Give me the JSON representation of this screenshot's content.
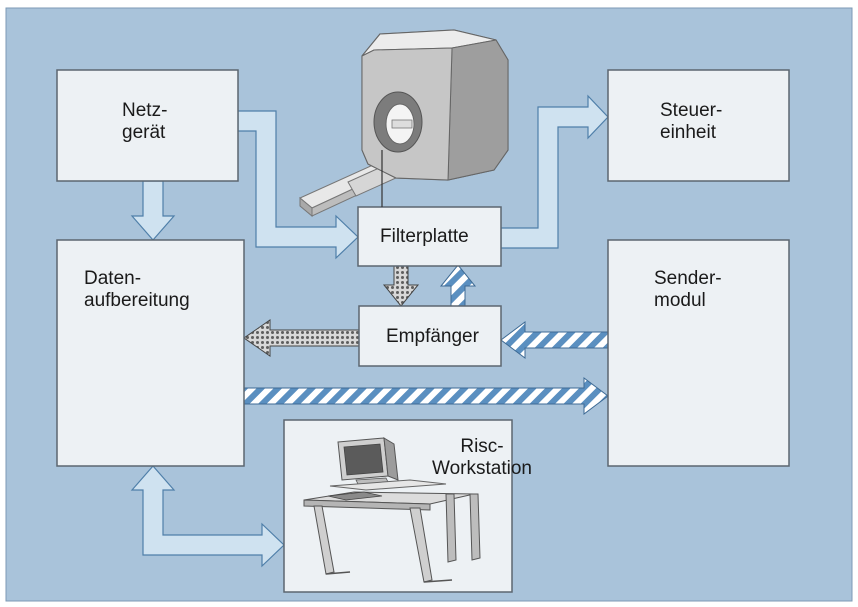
{
  "colors": {
    "background": "#a9c3da",
    "box_fill": "#edf1f4",
    "box_border": "#5c6670",
    "arrow_fill": "#cfe2f0",
    "arrow_edge": "#4f7fa9",
    "stripe_blue": "#5a8fc0",
    "dotted_dark": "#6a6a6a"
  },
  "boxes": {
    "netzgeraet": {
      "label": "Netz-\ngerät"
    },
    "steuereinheit": {
      "label": "Steuer-\neinheit"
    },
    "filterplatte": {
      "label": "Filterplatte"
    },
    "datenaufbereitung": {
      "label": "Daten-\naufbereitung"
    },
    "sendermodul": {
      "label": "Sender-\nmodul"
    },
    "empfaenger": {
      "label": "Empfänger"
    },
    "workstation": {
      "label": "Risc-\nWorkstation"
    }
  },
  "illustrations": {
    "scanner": "mri-scanner-illustration",
    "desk": "workstation-desk-illustration"
  }
}
